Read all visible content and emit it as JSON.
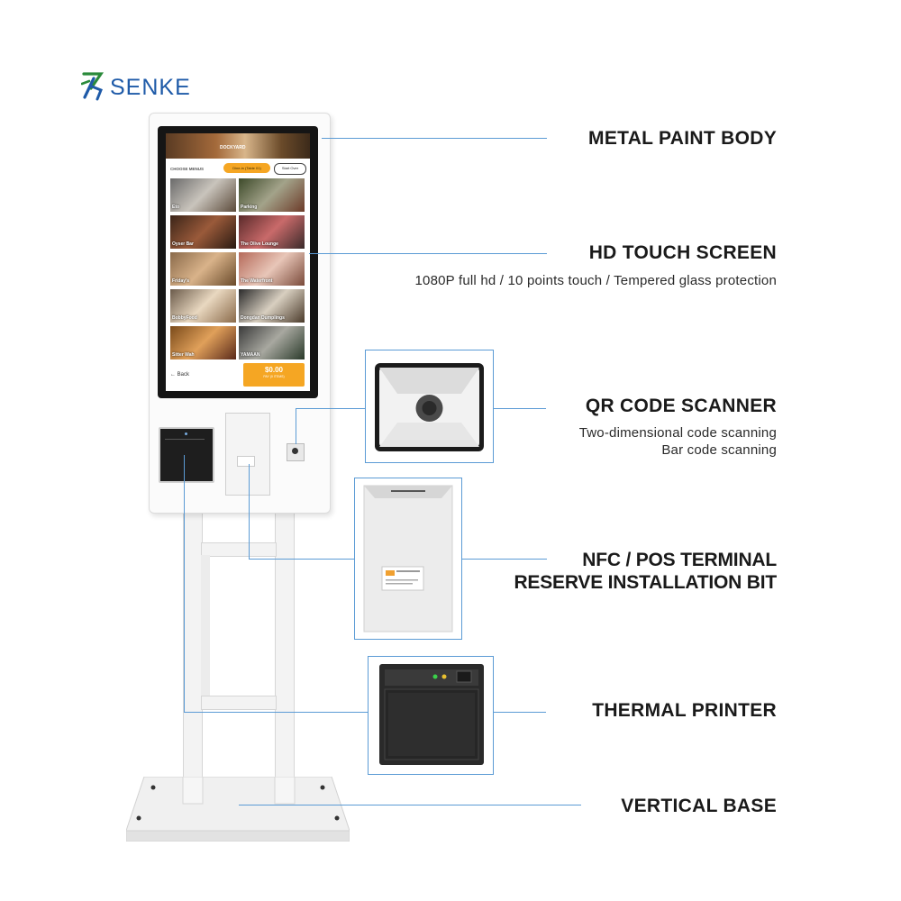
{
  "brand": {
    "name": "SENKE",
    "logo_color": "#1e5aa8",
    "accent_color": "#28a745"
  },
  "screen": {
    "banner_text": "DOCKYARD",
    "choose_label": "CHOOSE MENUS",
    "dine_button": "Dine-in (Table 01)",
    "start_over_button": "Start Over",
    "tiles": [
      {
        "label": "Eto"
      },
      {
        "label": "Parking"
      },
      {
        "label": "Oyser Bar"
      },
      {
        "label": "The Olive Lounge"
      },
      {
        "label": "Friday's"
      },
      {
        "label": "The Waterfront"
      },
      {
        "label": "BobbyFood"
      },
      {
        "label": "Dongdan Dumplings"
      },
      {
        "label": "Sitter Wah"
      },
      {
        "label": "YAMAAN"
      }
    ],
    "back_label": "Back",
    "pay_amount": "$0.00",
    "pay_sub": "PAY (0 ITEMS)"
  },
  "features": {
    "metal_body": {
      "title": "METAL PAINT BODY"
    },
    "touch_screen": {
      "title": "HD TOUCH SCREEN",
      "subtitle": "1080P full hd / 10 points touch / Tempered glass protection"
    },
    "qr_scanner": {
      "title": "QR CODE SCANNER",
      "line1": "Two-dimensional code scanning",
      "line2": "Bar code scanning"
    },
    "nfc": {
      "title_line1": "NFC / POS TERMINAL",
      "title_line2": "RESERVE INSTALLATION BIT"
    },
    "printer": {
      "title": "THERMAL PRINTER"
    },
    "base": {
      "title": "VERTICAL BASE"
    }
  },
  "line_color": "#5b9bd5"
}
